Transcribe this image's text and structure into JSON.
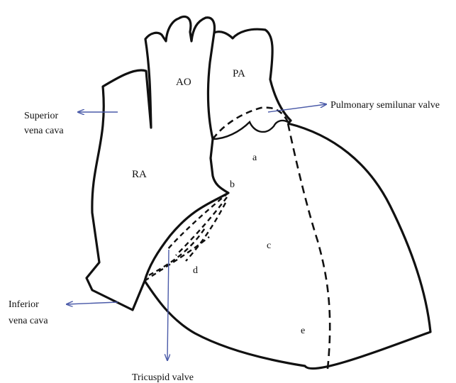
{
  "labels": {
    "ao": "AO",
    "pa": "PA",
    "ra": "RA",
    "a": "a",
    "b": "b",
    "c": "c",
    "d": "d",
    "e": "e",
    "superior_vena_cava": [
      "Superior",
      "vena cava"
    ],
    "inferior_vena_cava": [
      "Inferior",
      "vena cava"
    ],
    "pulmonary_semilunar_valve": "Pulmonary semilunar valve",
    "tricuspid_valve": "Tricuspid valve"
  },
  "colors": {
    "outline": "#111111",
    "arrow": "#4a5aa8",
    "background": "#ffffff"
  }
}
